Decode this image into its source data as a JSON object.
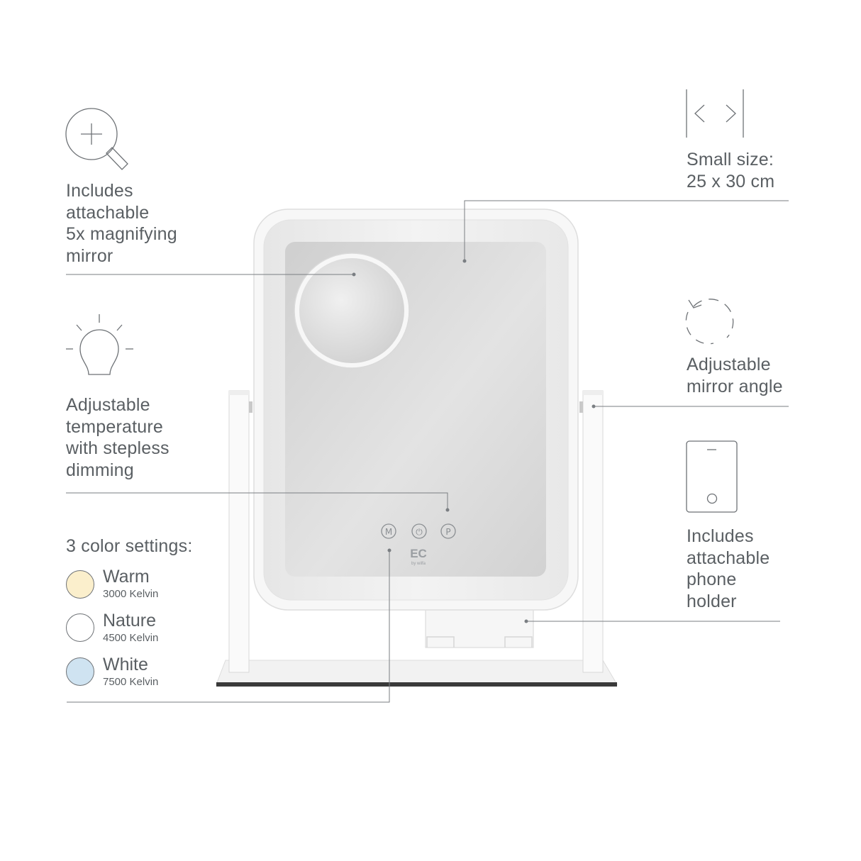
{
  "features": {
    "magnifier": {
      "lines": [
        "Includes",
        "attachable",
        "5x magnifying",
        "mirror"
      ],
      "icon": "magnifier-plus-icon"
    },
    "temperature": {
      "lines": [
        "Adjustable",
        "temperature",
        "with stepless",
        "dimming"
      ],
      "icon": "light-bulb-icon"
    },
    "size": {
      "lines": [
        "Small size:",
        "25 x 30 cm"
      ],
      "icon": "width-arrows-icon"
    },
    "angle": {
      "lines": [
        "Adjustable",
        "mirror angle"
      ],
      "icon": "rotate-icon"
    },
    "phone": {
      "lines": [
        "Includes",
        "attachable",
        "phone",
        "holder"
      ],
      "icon": "phone-icon"
    }
  },
  "color_settings": {
    "title": "3 color settings:",
    "items": [
      {
        "name": "Warm",
        "kelvin": "3000 Kelvin",
        "color": "#fbefcc"
      },
      {
        "name": "Nature",
        "kelvin": "4500 Kelvin",
        "color": "#ffffff"
      },
      {
        "name": "White",
        "kelvin": "7500 Kelvin",
        "color": "#cfe3f1"
      }
    ]
  },
  "mirror": {
    "buttons": [
      "M",
      "⏻",
      "P"
    ],
    "brand_logo": "EC",
    "brand_sub": "by wilfa"
  },
  "colors": {
    "line": "#7a7e82",
    "frame": "#f4f4f4",
    "glass": "#d9d9d9"
  }
}
